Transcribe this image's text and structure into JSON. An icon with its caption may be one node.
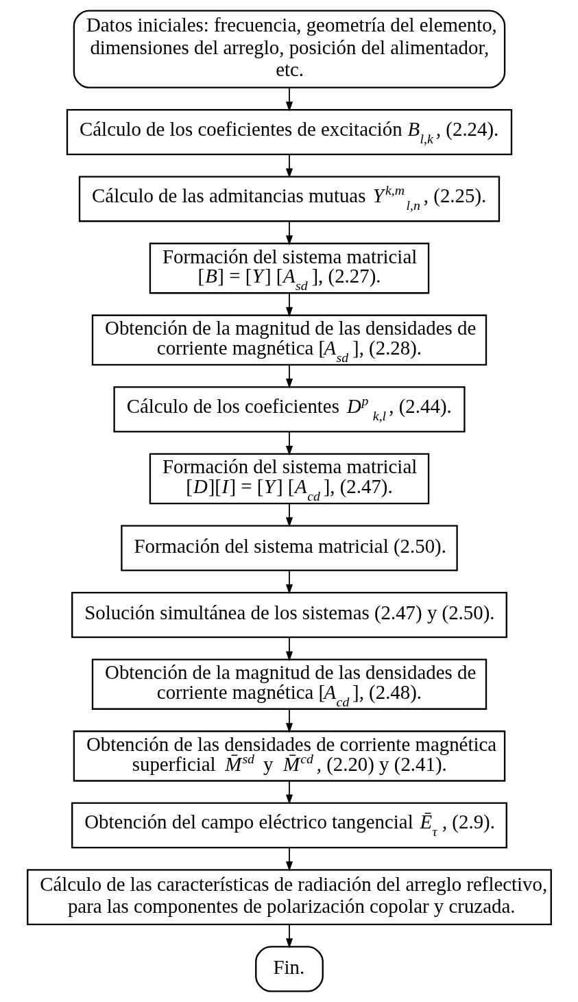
{
  "diagram": {
    "nodes": [
      {
        "text": [
          "Datos iniciales: frecuencia, geometría del elemento, dimensiones del arreglo, posición del alimentador, etc."
        ]
      },
      {
        "text": [
          "Cálculo de los coeficientes de excitación *B*$_{l,k}$, (2.24)."
        ]
      },
      {
        "text": [
          "Cálculo de las admitancias mutuas *Y*$^{k,m}$$_{l,n}$, (2.25)."
        ]
      },
      {
        "text": [
          "Formación del sistema matricial [*B*] = [*Y*] [*A*$_{sd}$], (2.27)."
        ]
      },
      {
        "text": [
          "Obtención de la magnitud de las densidades de corriente magnética [*A*$_{sd}$], (2.28)."
        ]
      },
      {
        "text": [
          "Cálculo de los coeficientes *D*$^{p}$$_{k,l}$, (2.44)."
        ]
      },
      {
        "text": [
          "Formación del sistema matricial [*D*][*I*] = [*Y*] [*A*$_{cd}$], (2.47)."
        ]
      },
      {
        "text": [
          "Formación del sistema matricial (2.50)."
        ]
      },
      {
        "text": [
          "Solución simultánea de los sistemas (2.47) y (2.50)."
        ]
      },
      {
        "text": [
          "Obtención de la magnitud de las densidades de corriente magnética [*A*$_{cd}$], (2.48)."
        ]
      },
      {
        "text": [
          "Obtención de las densidades de corriente magnética superficial *M̄*$^{sd}$ y *M̄*$^{cd}$, (2.20) y (2.41)."
        ]
      },
      {
        "text": [
          "Obtención del campo eléctrico tangencial *Ē*$_{τ}$, (2.9)."
        ]
      },
      {
        "text": [
          "Cálculo de las características de radiación del arreglo reflectivo, para las componentes de polarización copolar y cruzada."
        ]
      },
      {
        "text": [
          "Fin."
        ]
      }
    ],
    "edges": [
      {
        "from": 0,
        "to": 1,
        "arrow": "to"
      },
      {
        "from": 1,
        "to": 2,
        "arrow": "to"
      },
      {
        "from": 2,
        "to": 3,
        "arrow": "to"
      },
      {
        "from": 3,
        "to": 4,
        "arrow": "to"
      },
      {
        "from": 4,
        "to": 5,
        "arrow": "to"
      },
      {
        "from": 5,
        "to": 6,
        "arrow": "to"
      },
      {
        "from": 6,
        "to": 7,
        "arrow": "to"
      },
      {
        "from": 7,
        "to": 8,
        "arrow": "to"
      },
      {
        "from": 8,
        "to": 9,
        "arrow": "to"
      },
      {
        "from": 9,
        "to": 10,
        "arrow": "to"
      },
      {
        "from": 10,
        "to": 11,
        "arrow": "to"
      },
      {
        "from": 11,
        "to": 12,
        "arrow": "to"
      },
      {
        "from": 12,
        "to": 13,
        "arrow": "to"
      }
    ]
  }
}
